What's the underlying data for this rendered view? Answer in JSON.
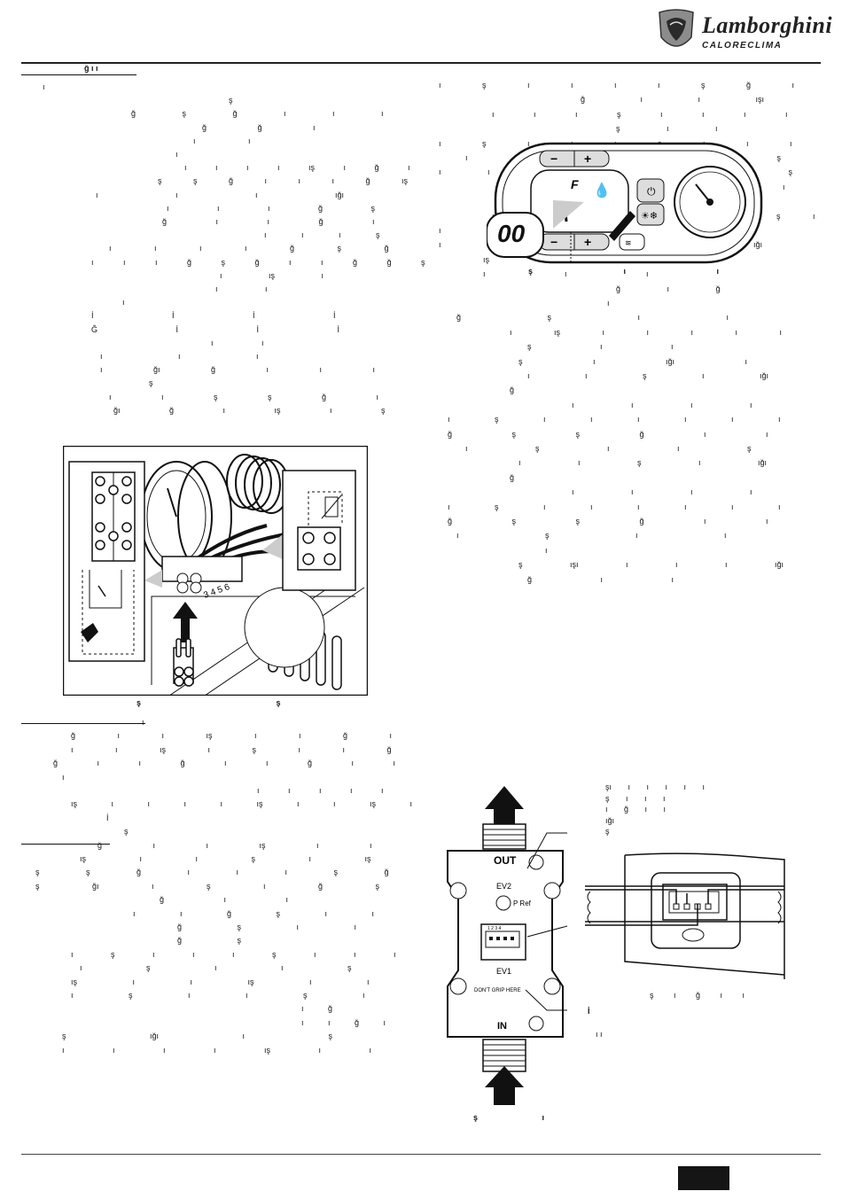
{
  "header": {
    "brand": "Lamborghini",
    "subbrand": "CALORECLIMA",
    "logo_icon": "bull-shield-icon"
  },
  "figures": {
    "control_panel": {
      "display": "00",
      "display_icon": "fault-f-icon"
    },
    "sensor": {
      "labels": [
        "OUT",
        "EV2",
        "P Ref",
        "EV1",
        "DON'T GRIP HERE",
        "IN"
      ],
      "pins": "1 2 3 4"
    },
    "wiring": {
      "terminal_numbers": "3 4 5 6"
    }
  },
  "text": {
    "left_heading_glyphs": "ğ ı ı",
    "left_col_glyphs": [
      "ı",
      "ş",
      "ğ ş ğ ı ı ı",
      "ğ ğ ı",
      "ı ı",
      "ı",
      "ı ı ı ı ış ı ğ ı",
      "ş ş ğ ı ı ı ğ ış",
      "ı ı ı ığı",
      "ı ı ı ğ ş",
      "ğ ı ı ğ ı",
      "ı ı ı ş",
      "ı ı ı ı ğ ş ğ",
      "ı ı ı ğ ş ğ ı ı ğ ğ ş",
      "ı ış ı",
      "ı ı",
      "ı",
      "İ İ İ İ",
      "Ğ İ İ İ",
      "ı ı",
      "ı ı ı",
      "ı ğı ğ ı ı ı",
      "ş",
      "ı ı ş ş ğ ı",
      "ğı ğ ı ış ı ş"
    ],
    "left_caption_glyphs": "ş ş",
    "left_col_glyphs_2": [
      "ı",
      "ğ ı ı ış ı ı ğ ı",
      "ı ı ış ı ş ı ı ğ",
      "ğ ı ı ğ ı ı ğ ı ı",
      "ı",
      "ı ı ı ı ı",
      "ış ı ı ı ı ış ı ı ış ı",
      "İ",
      "ş",
      "ğ ı ı ış ı ı",
      "ış ı ı ş ı ış",
      "ş ş ğ ı ı ı ş ğ",
      "ş ğı ı ş ı ğ ş",
      "ğ ı ı",
      "ı ı ğ ş ı ı",
      "ğ ş ı ı",
      "ğ ş",
      "ı ş ı ı ı ş ı ı ı",
      "ı ş ı ı ş",
      "ış ı ı ış ı ı",
      "ı ş ı ı ş ı",
      "ı ğ",
      "ı ı ğ ı",
      "ş ığı ı ş",
      "ı ı ı ı ış ı ı"
    ],
    "right_col_glyphs": [
      "ı ş ı ı ı ı ş ğ ı",
      "ğ ı ı ışı",
      "ı ı ı ş ı ı ı ı",
      "ş ı ı",
      "ı ş ı ı ı ş ı ı ı",
      "ı ş ı ığı ı ı ş",
      "ı ı ş ı ığı ı ı ş",
      "ı ı ı ı ı ı ı",
      "ı ı",
      "ışı ı ı ı ş ı ı ı ş ı",
      "ı ı ı ı ı ı",
      "ı ı ı ı ı ığı",
      "ış ı ı",
      "ı ı ı",
      "ğ ı ğ",
      "ı",
      "ğ ş ı ı",
      "ı ış ı ı ı ı ı",
      "ş ı ı",
      "ş ı ığı ı",
      "ı ı ş ı ığı",
      "ğ",
      "ı ı ı ı",
      "ı ş ı ı ı ı ı ı",
      "ğ ş ş ğ ı ı",
      "ı ş ı ı ş",
      "ı ı ş ı ığı",
      "ğ",
      "ı ı ı ı",
      "ı ş ı ı ı ı ı ı",
      "ğ ş ş ğ ı ı",
      "ı ş ı ı",
      "ı",
      "ş ışı ı ı ı ığı",
      "ğ ı ı"
    ],
    "panel_caption_glyphs": "ş ı ı",
    "sensor_note_glyphs": [
      "şı ı ı ı ı ı",
      "ş ı ı ı",
      "ı ğ ı ı",
      "ığı",
      "ş"
    ],
    "sensor_caption_glyphs": "ş ı ğ ı ı",
    "sensor_caption_glyphs_2": "İ",
    "sensor_caption_glyphs_3": "ı ı",
    "bottom_caption_glyphs": "ş ı"
  }
}
